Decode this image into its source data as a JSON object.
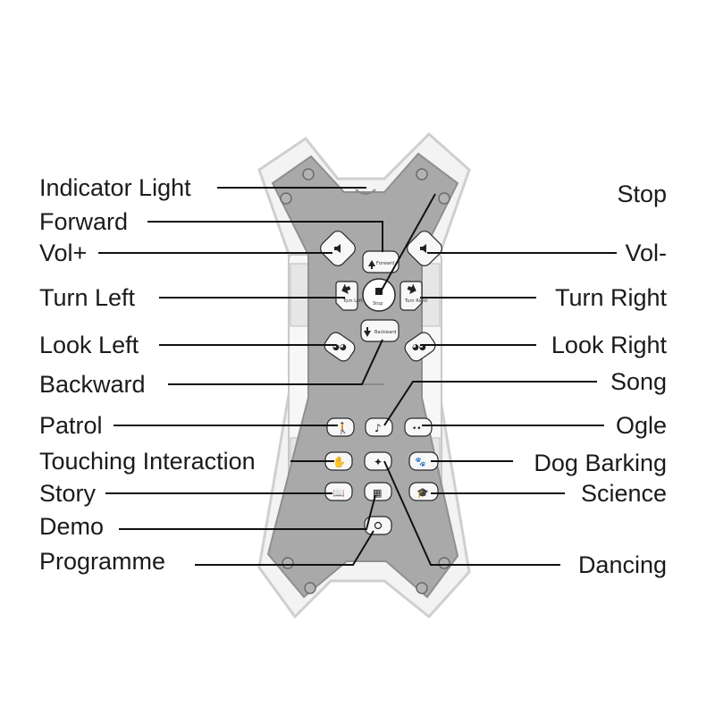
{
  "labels": {
    "indicator_light": "Indicator Light",
    "forward": "Forward",
    "vol_plus": "Vol+",
    "turn_left": "Turn Left",
    "look_left": "Look Left",
    "backward": "Backward",
    "patrol": "Patrol",
    "touching_interaction": "Touching Interaction",
    "story": "Story",
    "demo": "Demo",
    "programme": "Programme",
    "stop": "Stop",
    "vol_minus": "Vol-",
    "turn_right": "Turn Right",
    "look_right": "Look Right",
    "song": "Song",
    "ogle": "Ogle",
    "dog_barking": "Dog Barking",
    "science": "Science",
    "dancing": "Dancing"
  },
  "button_text": {
    "forward": "Forward",
    "stop": "Stop",
    "backward": "Backward",
    "turn_left": "Turn Left",
    "turn_right": "Turn Right"
  },
  "colors": {
    "body_outer": "#f4f4f4",
    "body_rim": "#cfcfcf",
    "plate": "#a9a9a9",
    "button": "#f7f7f7",
    "text": "#1b1b1b"
  }
}
